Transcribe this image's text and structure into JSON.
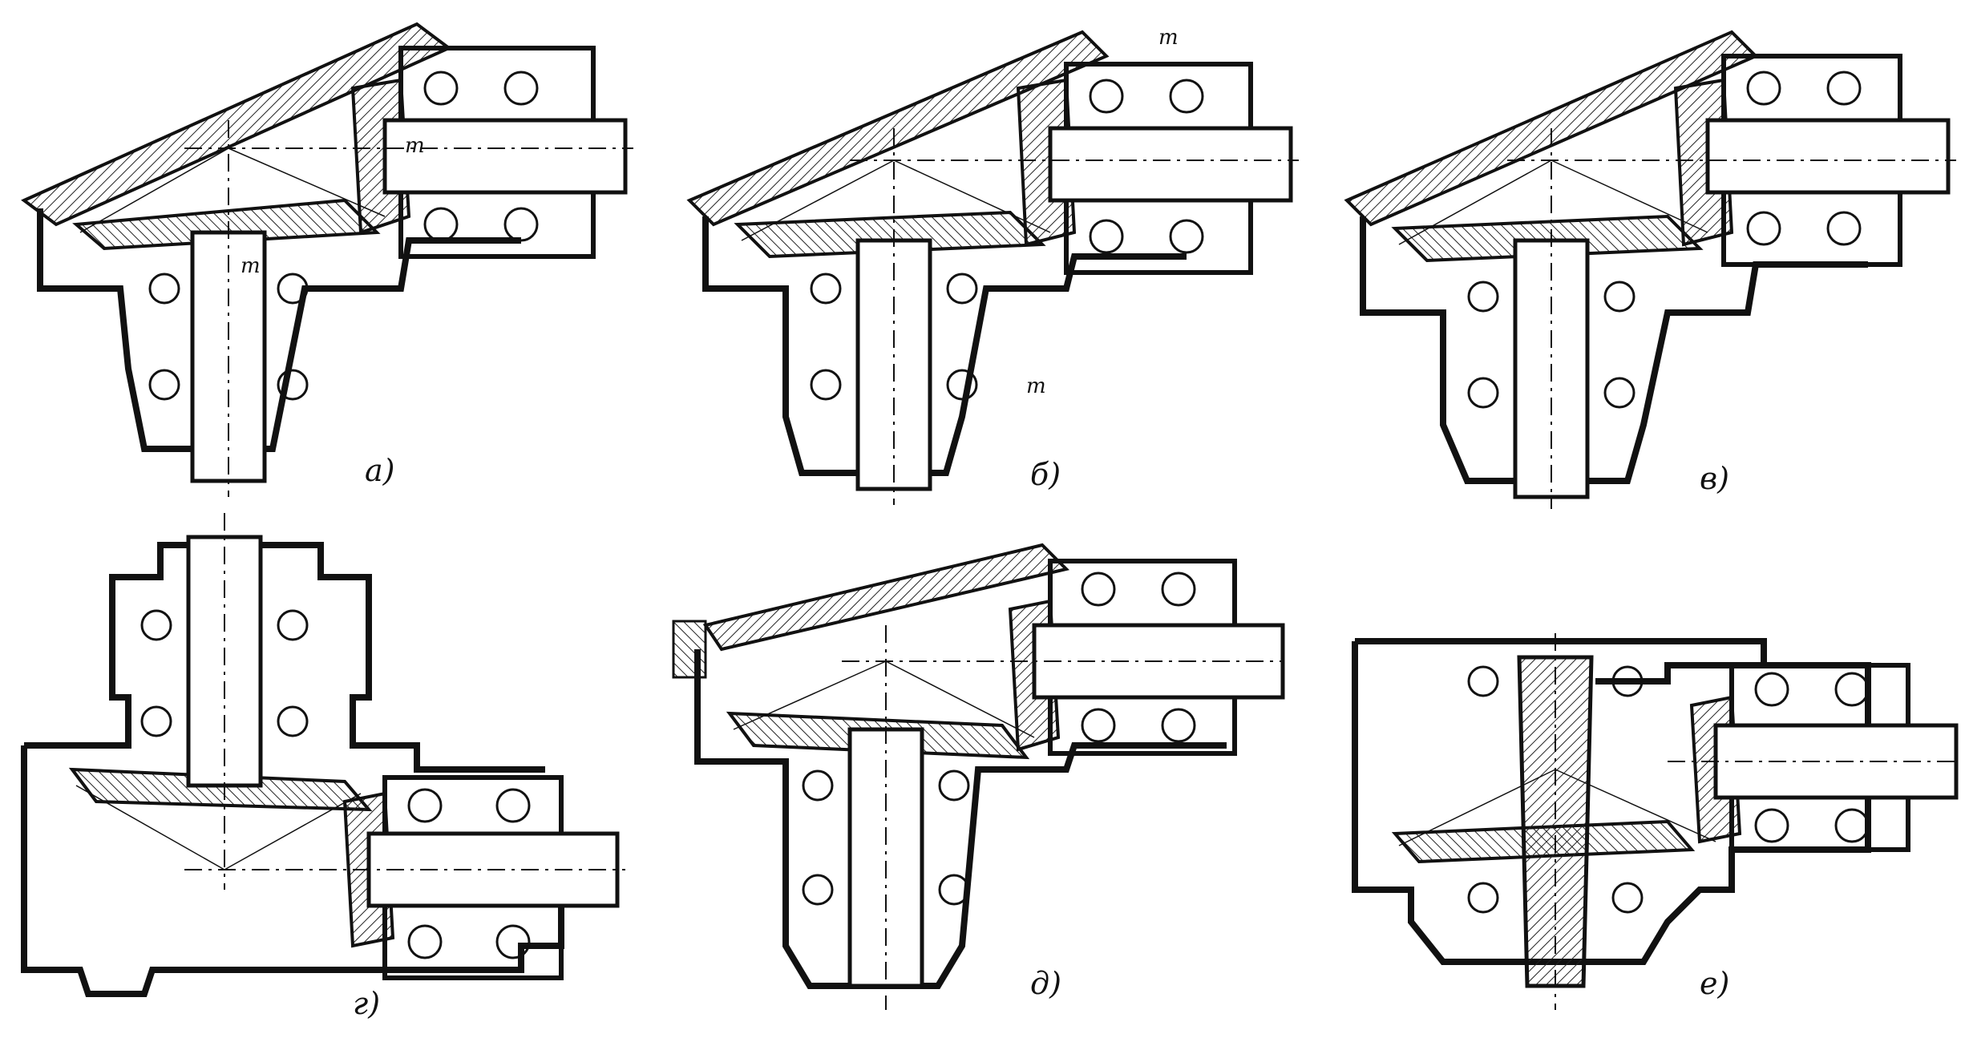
{
  "figure": {
    "panels": [
      {
        "id": "a",
        "caption": "а)",
        "marks": [
          "m",
          "m"
        ]
      },
      {
        "id": "b",
        "caption": "б)",
        "marks": [
          "m",
          "m"
        ]
      },
      {
        "id": "v",
        "caption": "в)",
        "marks": []
      },
      {
        "id": "g",
        "caption": "г)",
        "marks": []
      },
      {
        "id": "d",
        "caption": "д)",
        "marks": []
      },
      {
        "id": "e",
        "caption": "е)",
        "marks": []
      }
    ]
  },
  "colors": {
    "ink": "#111111",
    "paper": "#ffffff",
    "hatch": "#222222"
  }
}
